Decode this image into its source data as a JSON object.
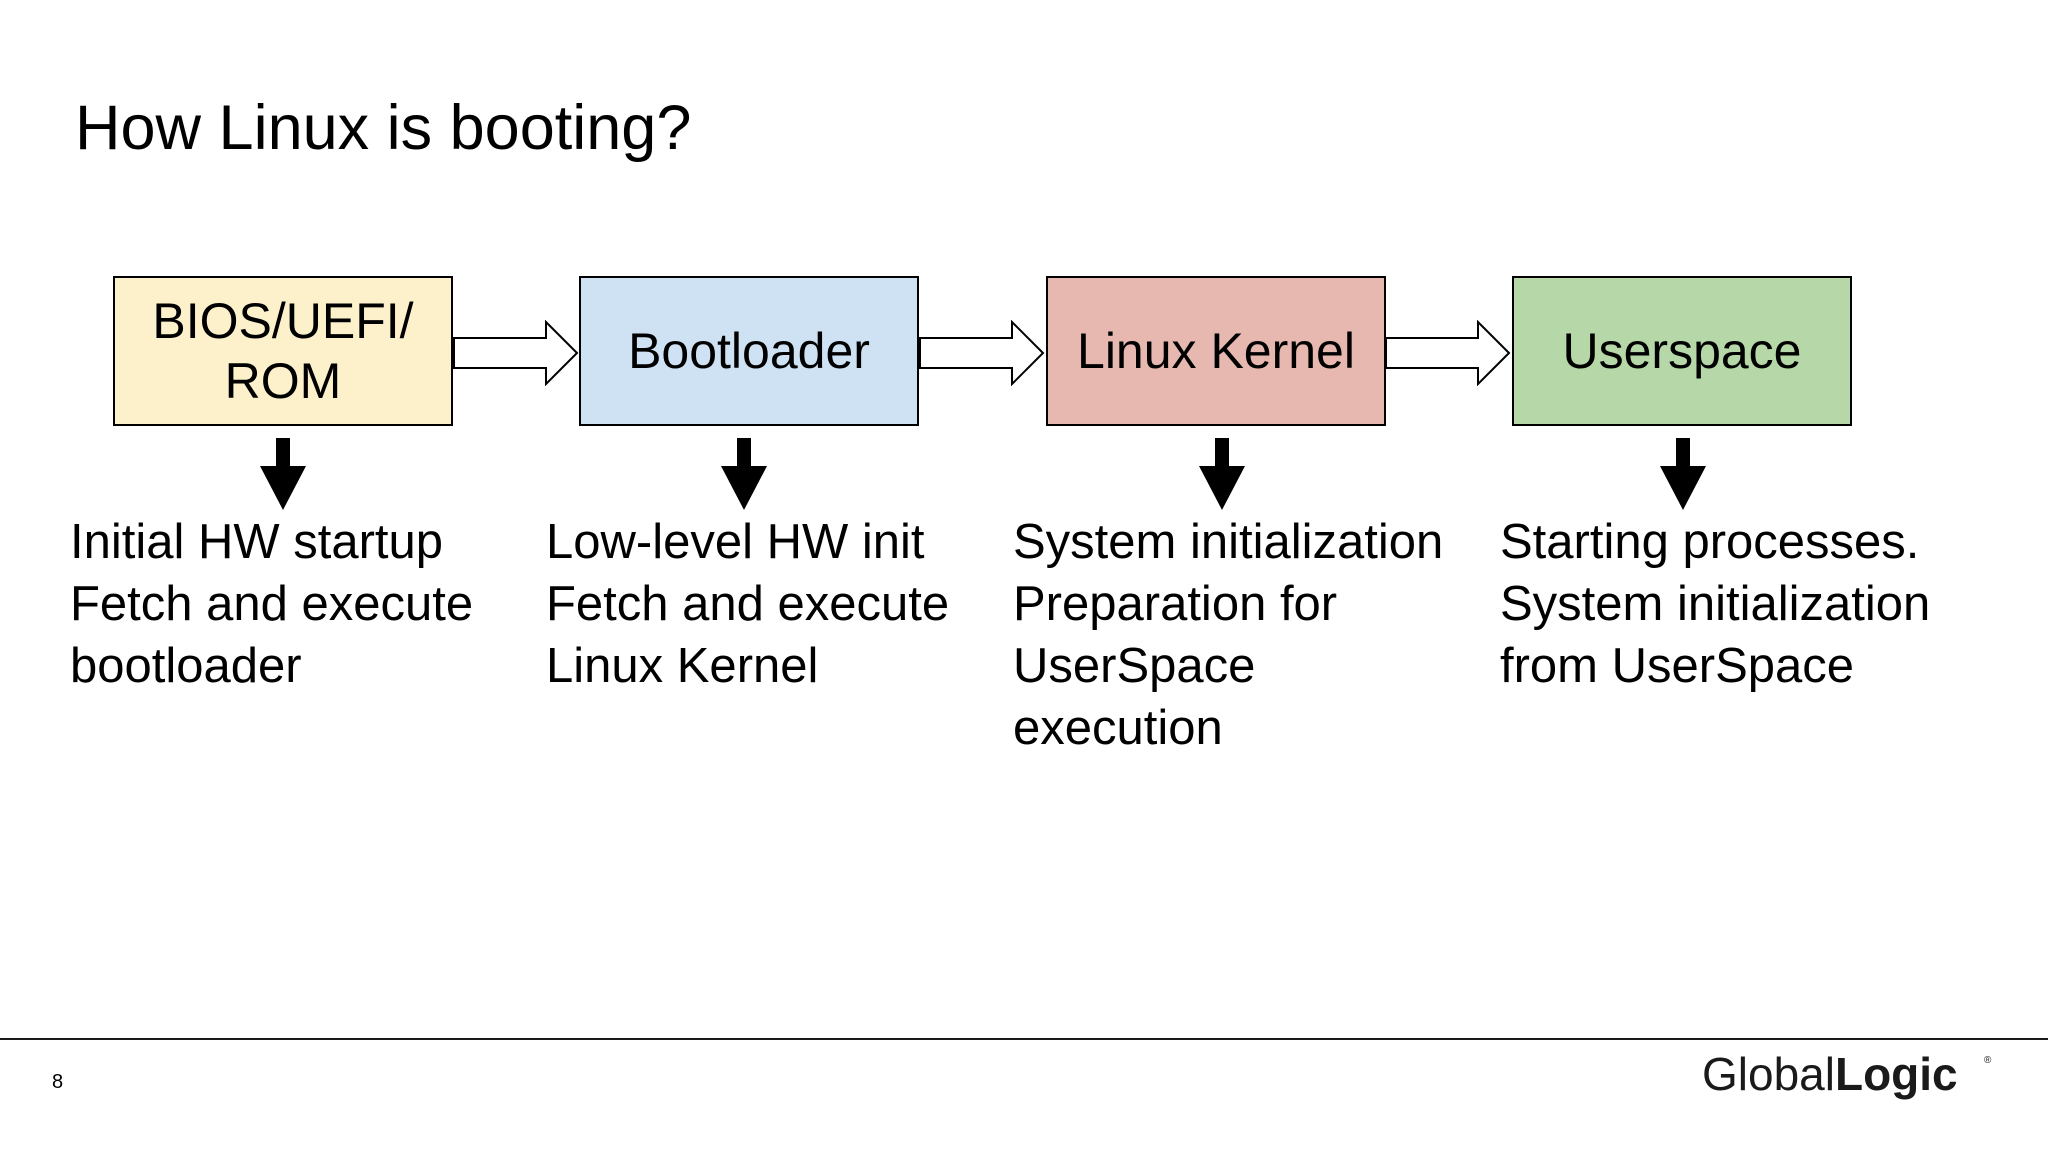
{
  "slide": {
    "title": "How Linux is booting?",
    "page_number": "8",
    "logo_text": "GlobalLogic"
  },
  "stages": [
    {
      "label": "BIOS/UEFI/\nROM",
      "color": "#fdf1cc",
      "description": [
        "Initial HW startup",
        "Fetch and execute",
        "bootloader"
      ]
    },
    {
      "label": "Bootloader",
      "color": "#cfe2f3",
      "description": [
        "Low-level HW init",
        "Fetch and execute",
        "Linux Kernel"
      ]
    },
    {
      "label": "Linux Kernel",
      "color": "#e6b8af",
      "description": [
        "System initialization",
        "Preparation for",
        "UserSpace",
        "execution"
      ]
    },
    {
      "label": "Userspace",
      "color": "#b6d7a8",
      "description": [
        "Starting processes.",
        "System initialization",
        "from UserSpace"
      ]
    }
  ],
  "icons": {
    "flow_arrow": "hollow-right-arrow-icon",
    "down_arrow": "down-arrow-icon"
  }
}
